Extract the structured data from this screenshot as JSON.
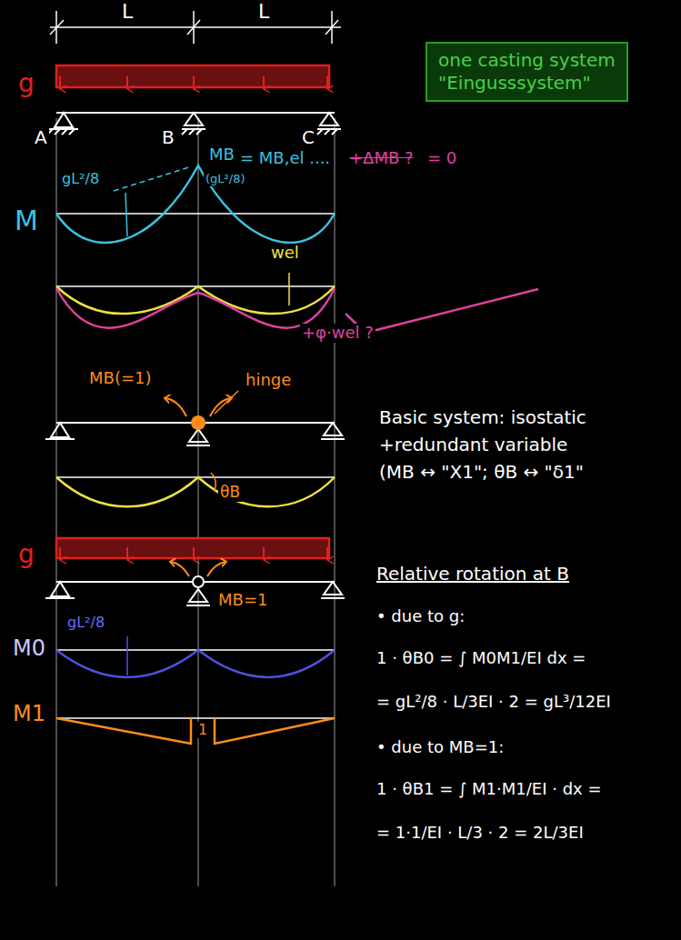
{
  "diagram": {
    "nodes": [
      {
        "text": [
          "one casting system",
          "\"Eingusssystem\""
        ]
      }
    ],
    "labels": [
      "L",
      "L",
      "g",
      "A",
      "B",
      "C",
      "gL²/8",
      "M",
      "MB",
      "(gL²/8)",
      "= MB,el ....",
      "+ΔMB ?",
      "= 0",
      "wel",
      "+φ·wel ?",
      "MB(=1)",
      "hinge",
      "Basic system: isostatic",
      "+redundant variable",
      "(MB ↔ \"X1\"; θB ↔ \"δ1\"",
      "θB",
      "g",
      "MB=1",
      "gL²/8",
      "M0",
      "M1",
      "1",
      "Relative rotation at B",
      "• due to g:",
      "1 · θB0 = ∫ M0M1/EI dx =",
      "= gL²/8 · L/3EI · 2 = gL³/12EI",
      "• due to MB=1:",
      "1 · θB1 = ∫ M1·M1/EI · dx =",
      "= 1·1/EI · L/3 · 2 = 2L/3EI"
    ]
  }
}
